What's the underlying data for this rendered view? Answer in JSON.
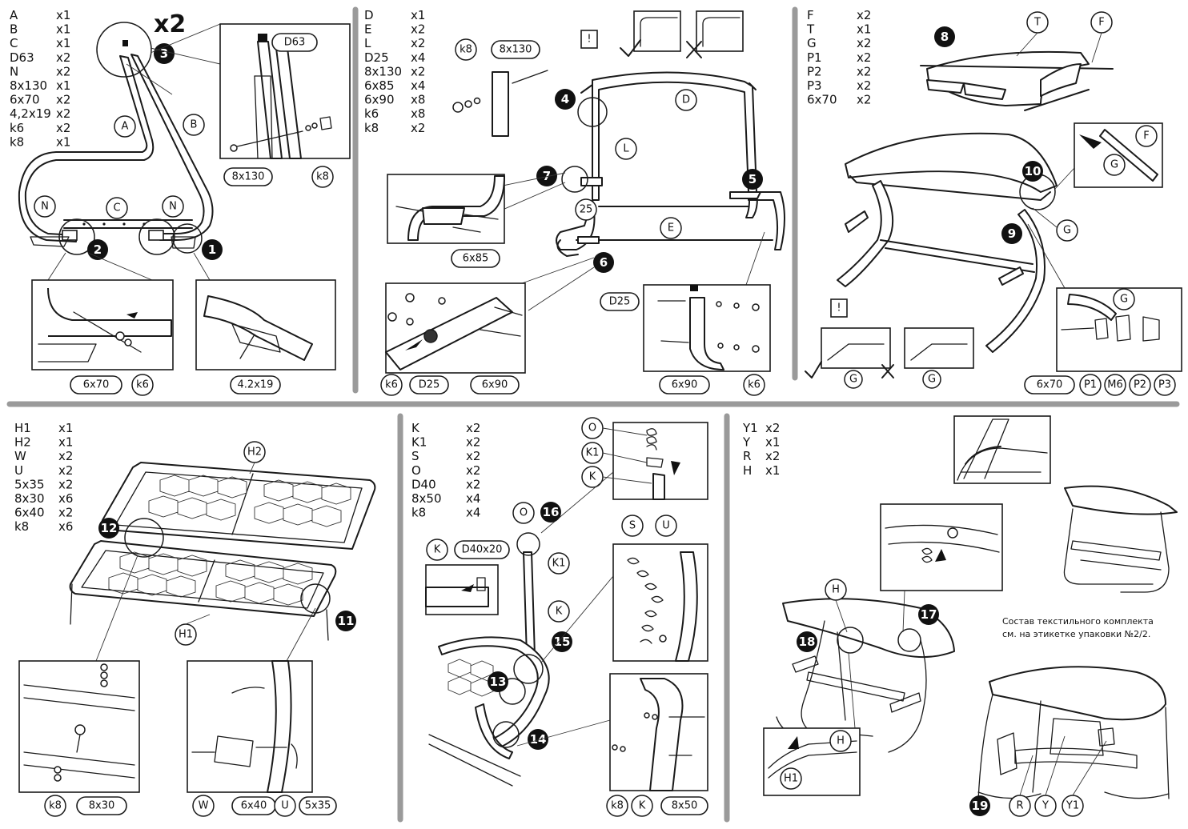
{
  "panel1": {
    "multiplier": "x2",
    "parts": [
      [
        "A",
        "x1"
      ],
      [
        "B",
        "x1"
      ],
      [
        "C",
        "x1"
      ],
      [
        "D63",
        "x2"
      ],
      [
        "N",
        "x2"
      ],
      [
        "8x130",
        "x1"
      ],
      [
        "6x70",
        "x2"
      ],
      [
        "4,2x19",
        "x2"
      ],
      [
        "k6",
        "x2"
      ],
      [
        "k8",
        "x1"
      ]
    ],
    "labels": {
      "A": "A",
      "B": "B",
      "C": "C",
      "N1": "N",
      "N2": "N",
      "D63": "D63",
      "bolt8x130": "8x130",
      "k8": "k8",
      "bolt6x70": "6x70",
      "k6": "k6",
      "screw": "4.2x19"
    },
    "steps": {
      "s1": "1",
      "s2": "2",
      "s3": "3"
    }
  },
  "panel2": {
    "parts": [
      [
        "D",
        "x1"
      ],
      [
        "E",
        "x2"
      ],
      [
        "L",
        "x2"
      ],
      [
        "D25",
        "x4"
      ],
      [
        "8x130",
        "x2"
      ],
      [
        "6x85",
        "x4"
      ],
      [
        "6x90",
        "x8"
      ],
      [
        "k6",
        "x8"
      ],
      [
        "k8",
        "x2"
      ]
    ],
    "labels": {
      "k8": "k8",
      "bolt8x130": "8x130",
      "D": "D",
      "L": "L",
      "E": "E",
      "num25": "25",
      "bolt6x85": "6x85",
      "D25a": "D25",
      "D25b": "D25",
      "k6a": "k6",
      "bolt6x90a": "6x90",
      "bolt6x90b": "6x90",
      "k6b": "k6",
      "warn": "!"
    },
    "steps": {
      "s4": "4",
      "s5": "5",
      "s6": "6",
      "s7": "7"
    }
  },
  "panel3": {
    "parts": [
      [
        "F",
        "x2"
      ],
      [
        "T",
        "x1"
      ],
      [
        "G",
        "x2"
      ],
      [
        "P1",
        "x2"
      ],
      [
        "P2",
        "x2"
      ],
      [
        "P3",
        "x2"
      ],
      [
        "6x70",
        "x2"
      ]
    ],
    "labels": {
      "T": "T",
      "F1": "F",
      "F2": "F",
      "G1": "G",
      "G2": "G",
      "G3": "G",
      "G4": "G",
      "G5": "G",
      "bolt6x70": "6x70",
      "P1": "P1",
      "M6": "M6",
      "P2": "P2",
      "P3": "P3",
      "warn": "!"
    },
    "steps": {
      "s8": "8",
      "s9": "9",
      "s10": "10"
    }
  },
  "panel4": {
    "parts": [
      [
        "H1",
        "x1"
      ],
      [
        "H2",
        "x1"
      ],
      [
        "W",
        "x2"
      ],
      [
        "U",
        "x2"
      ],
      [
        "5x35",
        "x2"
      ],
      [
        "8x30",
        "x6"
      ],
      [
        "6x40",
        "x2"
      ],
      [
        "k8",
        "x6"
      ]
    ],
    "labels": {
      "H2": "H2",
      "H1": "H1",
      "k8": "k8",
      "bolt8x30": "8x30",
      "W": "W",
      "bolt6x40": "6x40",
      "U": "U",
      "bolt5x35": "5x35"
    },
    "steps": {
      "s11": "11",
      "s12": "12"
    }
  },
  "panel5": {
    "parts": [
      [
        "K",
        "x2"
      ],
      [
        "K1",
        "x2"
      ],
      [
        "S",
        "x2"
      ],
      [
        "O",
        "x2"
      ],
      [
        "D40",
        "x2"
      ],
      [
        "8x50",
        "x4"
      ],
      [
        "k8",
        "x4"
      ]
    ],
    "labels": {
      "O1": "O",
      "K1a": "K1",
      "Ka": "K",
      "O2": "O",
      "K1b": "K1",
      "Kb": "K",
      "Kc": "K",
      "D40x20": "D40x20",
      "S": "S",
      "U": "U",
      "k8": "k8",
      "Kd": "K",
      "bolt8x50": "8x50"
    },
    "steps": {
      "s13": "13",
      "s14": "14",
      "s15": "15",
      "s16": "16"
    }
  },
  "panel6": {
    "parts": [
      [
        "Y1",
        "x2"
      ],
      [
        "Y",
        "x1"
      ],
      [
        "R",
        "x2"
      ],
      [
        "H",
        "x1"
      ]
    ],
    "note": [
      "Состав текстильного комплекта",
      "см. на этикетке упаковки №2/2."
    ],
    "labels": {
      "H1": "H",
      "H2": "H",
      "Hsmall": "H1",
      "R": "R",
      "Y": "Y",
      "Y1": "Y1"
    },
    "steps": {
      "s17": "17",
      "s18": "18",
      "s19": "19"
    }
  }
}
